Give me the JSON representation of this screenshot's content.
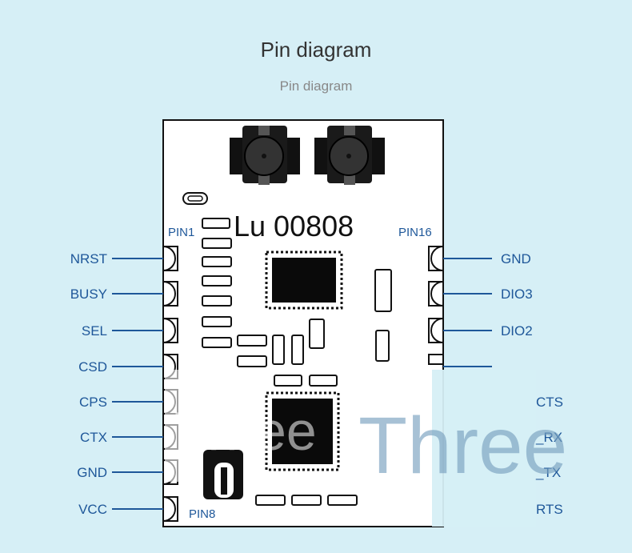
{
  "header": {
    "title": "Pin diagram",
    "subtitle": "Pin diagram"
  },
  "module": {
    "name": "Lu 00808",
    "pin1_label": "PIN1",
    "pin8_label": "PIN8",
    "pin16_label": "PIN16"
  },
  "left_pins": [
    "NRST",
    "BUSY",
    "SEL",
    "CSD",
    "CPS",
    "CTX",
    "GND",
    "VCC"
  ],
  "right_pins_near": [
    "GND",
    "DIO3",
    "DIO2"
  ],
  "right_pins_far": [
    "CTS",
    "_RX",
    "_TX",
    "RTS"
  ],
  "watermark": {
    "small": "Three",
    "large": "Three"
  },
  "colors": {
    "background": "#d6eff6",
    "pin_label": "#1e5799",
    "board_stroke": "#111111"
  }
}
